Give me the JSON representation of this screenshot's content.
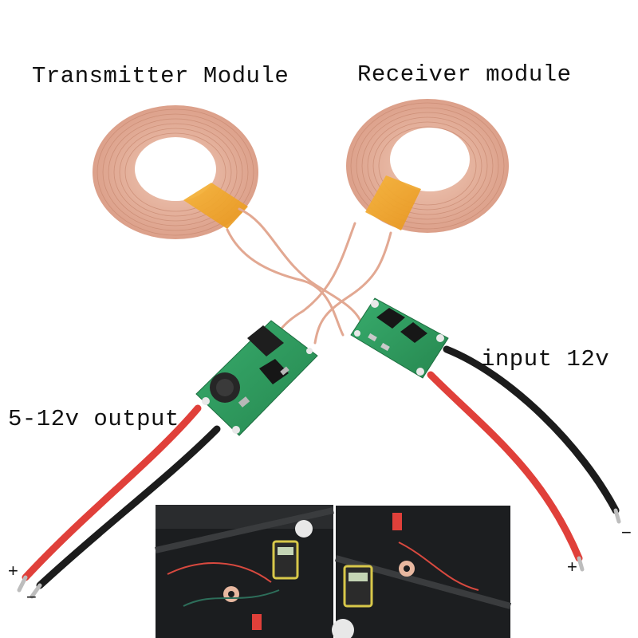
{
  "labels": {
    "transmitter": "Transmitter Module",
    "receiver": "Receiver module",
    "input": "input 12v",
    "output": "5-12v output"
  },
  "terminals": {
    "left_plus": "+",
    "left_minus": "−",
    "right_plus": "+",
    "right_minus": "−"
  },
  "colors": {
    "coil_wire": "#e9b8a4",
    "tape": "#f1a828",
    "pcb": "#2e9e62",
    "wire_red": "#e0403a",
    "wire_black": "#1c1c1c",
    "photo_dark": "#1b1d1f"
  }
}
